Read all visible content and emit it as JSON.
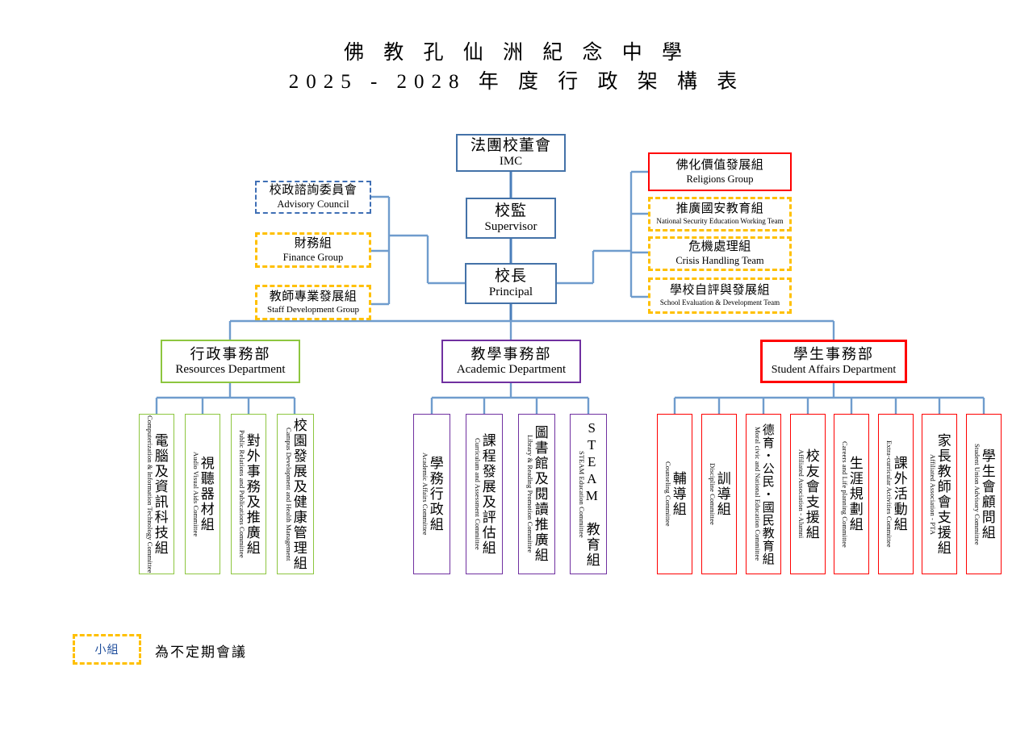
{
  "title": {
    "line1": "佛 教 孔 仙 洲 紀 念 中 學",
    "line2": "2025 - 2028 年 度 行 政 架 構 表"
  },
  "colors": {
    "connector_blue": "#4a7ebb",
    "box_blue": "#4472a8",
    "dashed_blue": "#3f6fb5",
    "amber": "#ffc000",
    "red": "#ff0000",
    "green": "#8dc63f",
    "purple": "#7030a0",
    "legend_text_blue": "#1f4e9c"
  },
  "top_chain": [
    {
      "cn": "法團校董會",
      "en": "IMC"
    },
    {
      "cn": "校監",
      "en": "Supervisor"
    },
    {
      "cn": "校長",
      "en": "Principal"
    }
  ],
  "left_groups": [
    {
      "cn": "校政諮詢委員會",
      "en": "Advisory Council",
      "style": "dashed-blue"
    },
    {
      "cn": "財務組",
      "en": "Finance Group",
      "style": "dashed-amber"
    },
    {
      "cn": "教師專業發展組",
      "en": "Staff Development Group",
      "style": "dashed-amber"
    }
  ],
  "right_groups": [
    {
      "cn": "佛化價值發展組",
      "en": "Religions Group",
      "style": "solid-red"
    },
    {
      "cn": "推廣國安教育組",
      "en": "National Security Education Working Team",
      "style": "dashed-amber"
    },
    {
      "cn": "危機處理組",
      "en": "Crisis Handling Team",
      "style": "dashed-amber"
    },
    {
      "cn": "學校自評與發展組",
      "en": "School Evaluation & Development Team",
      "style": "dashed-amber"
    }
  ],
  "departments": [
    {
      "cn": "行政事務部",
      "en": "Resources Department",
      "color": "green",
      "children": [
        {
          "cn": "電腦及資訊科技組",
          "en": "Computerization & Information Technology Committee"
        },
        {
          "cn": "視聽器材組",
          "en": "Audio Visual Aids Committee"
        },
        {
          "cn": "對外事務及推廣組",
          "en": "Public Relations and Publications Committee"
        },
        {
          "cn": "校園發展及健康管理組",
          "en": "Campus Development and Health Management"
        }
      ]
    },
    {
      "cn": "教學事務部",
      "en": "Academic Department",
      "color": "purple",
      "children": [
        {
          "cn": "學務行政組",
          "en": "Academic Affairs Committee"
        },
        {
          "cn": "課程發展及評估組",
          "en": "Curriculum and Assessment Committee"
        },
        {
          "cn": "圖書館及閱讀推廣組",
          "en": "Library & Reading Promotion Committee"
        },
        {
          "cn": "STEAM 教育組",
          "en": "STEAM Education Committee"
        }
      ]
    },
    {
      "cn": "學生事務部",
      "en": "Student Affairs Department",
      "color": "red",
      "children": [
        {
          "cn": "輔導組",
          "en": "Counseling Committee"
        },
        {
          "cn": "訓導組",
          "en": "Discipline Committee"
        },
        {
          "cn": "德育・公民・國民教育組",
          "en": "Moral civic and National Education Committee"
        },
        {
          "cn": "校友會支援組",
          "en": "Affiliated Association - Alumni"
        },
        {
          "cn": "生涯規劃組",
          "en": "Careers and Life planning Committee"
        },
        {
          "cn": "課外活動組",
          "en": "Extra-curricular Activities Committee"
        },
        {
          "cn": "家長教師會支援組",
          "en": "Affiliated Association - PTA"
        },
        {
          "cn": "學生會顧問組",
          "en": "Student Union Advisory Committee"
        }
      ]
    }
  ],
  "legend": {
    "box_label": "小組",
    "note": "為不定期會議"
  }
}
